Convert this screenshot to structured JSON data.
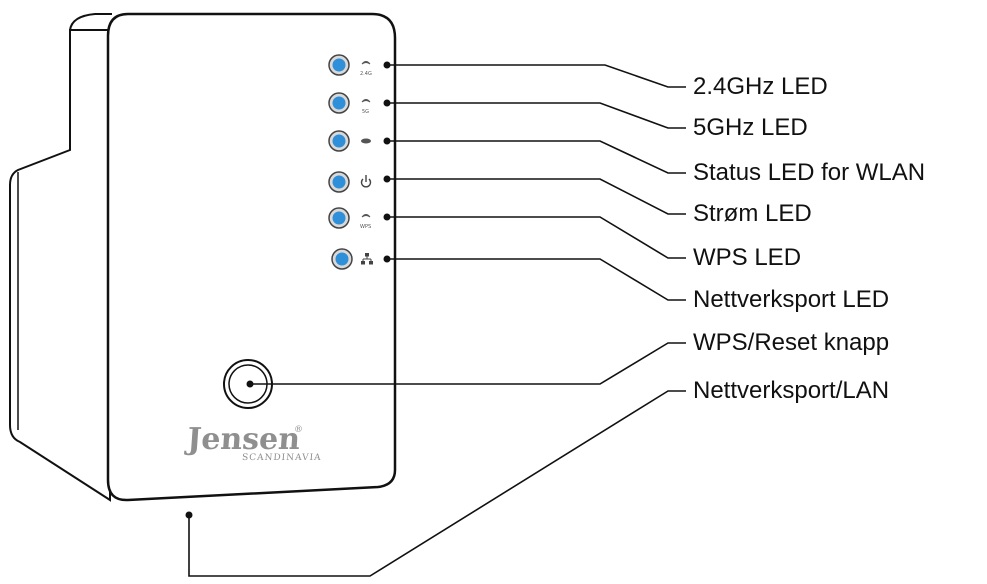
{
  "brand": {
    "name": "Jensen",
    "registered_mark": "®",
    "subtitle": "SCANDINAVIA"
  },
  "leds": [
    {
      "icon": "wifi-2.4g-icon",
      "icon_text": "2.4G"
    },
    {
      "icon": "wifi-5g-icon",
      "icon_text": "5G"
    },
    {
      "icon": "wlan-icon",
      "icon_text": ""
    },
    {
      "icon": "power-icon",
      "icon_text": ""
    },
    {
      "icon": "wps-icon",
      "icon_text": "WPS"
    },
    {
      "icon": "network-icon",
      "icon_text": ""
    }
  ],
  "callouts": [
    {
      "label": "2.4GHz LED"
    },
    {
      "label": "5GHz LED"
    },
    {
      "label": "Status LED for WLAN"
    },
    {
      "label": "Strøm LED"
    },
    {
      "label": "WPS LED"
    },
    {
      "label": "Nettverksport LED"
    },
    {
      "label": "WPS/Reset knapp"
    },
    {
      "label": "Nettverksport/LAN"
    }
  ],
  "colors": {
    "led_fill": "#2f8fd8",
    "outline": "#111111",
    "brand": "#8f8f8f"
  }
}
